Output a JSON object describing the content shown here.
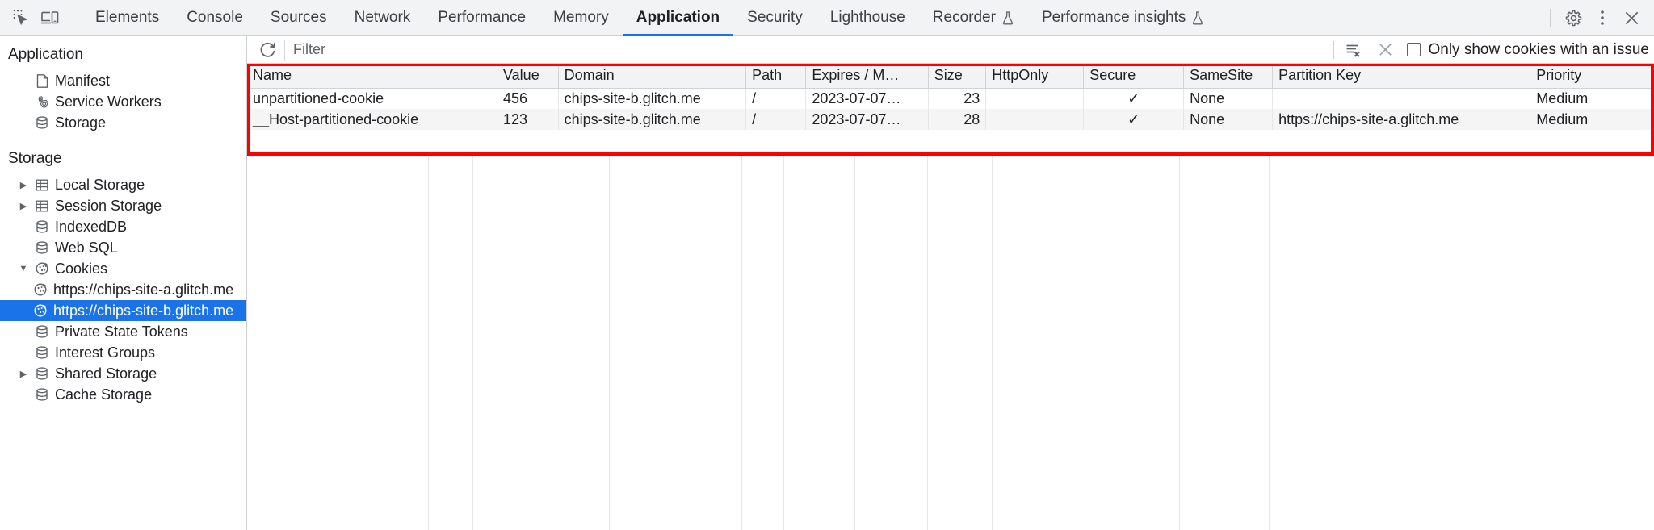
{
  "tabbar": {
    "left_icons": [
      {
        "name": "inspect-element-icon",
        "label": "Inspect element"
      },
      {
        "name": "device-toolbar-icon",
        "label": "Toggle device toolbar"
      }
    ],
    "tabs": [
      {
        "label": "Elements",
        "selected": false,
        "experimental": false
      },
      {
        "label": "Console",
        "selected": false,
        "experimental": false
      },
      {
        "label": "Sources",
        "selected": false,
        "experimental": false
      },
      {
        "label": "Network",
        "selected": false,
        "experimental": false
      },
      {
        "label": "Performance",
        "selected": false,
        "experimental": false
      },
      {
        "label": "Memory",
        "selected": false,
        "experimental": false
      },
      {
        "label": "Application",
        "selected": true,
        "experimental": false
      },
      {
        "label": "Security",
        "selected": false,
        "experimental": false
      },
      {
        "label": "Lighthouse",
        "selected": false,
        "experimental": false
      },
      {
        "label": "Recorder",
        "selected": false,
        "experimental": true
      },
      {
        "label": "Performance insights",
        "selected": false,
        "experimental": true
      }
    ],
    "right_icons": [
      {
        "name": "settings-gear-icon",
        "label": "Settings"
      },
      {
        "name": "more-options-icon",
        "label": "Customize and control DevTools"
      },
      {
        "name": "close-icon",
        "label": "Close DevTools"
      }
    ],
    "selected_tab_underline_color": "#1a73e8"
  },
  "sidebar": {
    "application": {
      "heading": "Application",
      "items": [
        {
          "label": "Manifest",
          "icon": "manifest-document-icon",
          "twisty": "none",
          "selected": false
        },
        {
          "label": "Service Workers",
          "icon": "service-workers-gears-icon",
          "twisty": "none",
          "selected": false
        },
        {
          "label": "Storage",
          "icon": "database-icon",
          "twisty": "none",
          "selected": false
        }
      ]
    },
    "storage": {
      "heading": "Storage",
      "items": [
        {
          "label": "Local Storage",
          "icon": "table-grid-icon",
          "twisty": "collapsed",
          "indent": 1,
          "selected": false
        },
        {
          "label": "Session Storage",
          "icon": "table-grid-icon",
          "twisty": "collapsed",
          "indent": 1,
          "selected": false
        },
        {
          "label": "IndexedDB",
          "icon": "database-icon",
          "twisty": "none",
          "indent": 1,
          "selected": false
        },
        {
          "label": "Web SQL",
          "icon": "database-icon",
          "twisty": "none",
          "indent": 1,
          "selected": false
        },
        {
          "label": "Cookies",
          "icon": "cookie-icon",
          "twisty": "expanded",
          "indent": 1,
          "selected": false
        },
        {
          "label": "https://chips-site-a.glitch.me",
          "icon": "cookie-icon",
          "twisty": "none",
          "indent": 2,
          "selected": false
        },
        {
          "label": "https://chips-site-b.glitch.me",
          "icon": "cookie-icon",
          "twisty": "none",
          "indent": 2,
          "selected": true
        },
        {
          "label": "Private State Tokens",
          "icon": "database-icon",
          "twisty": "none",
          "indent": 1,
          "selected": false
        },
        {
          "label": "Interest Groups",
          "icon": "database-icon",
          "twisty": "none",
          "indent": 1,
          "selected": false
        },
        {
          "label": "Shared Storage",
          "icon": "database-icon",
          "twisty": "collapsed",
          "indent": 1,
          "selected": false
        },
        {
          "label": "Cache Storage",
          "icon": "database-icon",
          "twisty": "none",
          "indent": 1,
          "selected": false
        }
      ],
      "selection_color": "#1a73e8"
    }
  },
  "filter_bar": {
    "refresh_label": "Refresh",
    "filter_placeholder": "Filter",
    "filter_value": "",
    "clear_filter_label": "Clear filter",
    "clear_all_label": "Clear all cookies",
    "only_show_issues_label": "Only show cookies with an issue",
    "only_show_issues_checked": false
  },
  "cookie_table": {
    "columns": [
      {
        "key": "name",
        "label": "Name"
      },
      {
        "key": "value",
        "label": "Value"
      },
      {
        "key": "domain",
        "label": "Domain"
      },
      {
        "key": "path",
        "label": "Path"
      },
      {
        "key": "expires",
        "label": "Expires / M…"
      },
      {
        "key": "size",
        "label": "Size"
      },
      {
        "key": "httponly",
        "label": "HttpOnly"
      },
      {
        "key": "secure",
        "label": "Secure"
      },
      {
        "key": "samesite",
        "label": "SameSite"
      },
      {
        "key": "partitionkey",
        "label": "Partition Key"
      },
      {
        "key": "priority",
        "label": "Priority"
      }
    ],
    "rows": [
      {
        "name": "unpartitioned-cookie",
        "value": "456",
        "domain": "chips-site-b.glitch.me",
        "path": "/",
        "expires": "2023-07-07…",
        "size": "23",
        "httponly": "",
        "secure": "✓",
        "samesite": "None",
        "partitionkey": "",
        "priority": "Medium"
      },
      {
        "name": "__Host-partitioned-cookie",
        "value": "123",
        "domain": "chips-site-b.glitch.me",
        "path": "/",
        "expires": "2023-07-07…",
        "size": "28",
        "httponly": "",
        "secure": "✓",
        "samesite": "None",
        "partitionkey": "https://chips-site-a.glitch.me",
        "priority": "Medium"
      }
    ],
    "highlight_color": "#ff0000"
  }
}
